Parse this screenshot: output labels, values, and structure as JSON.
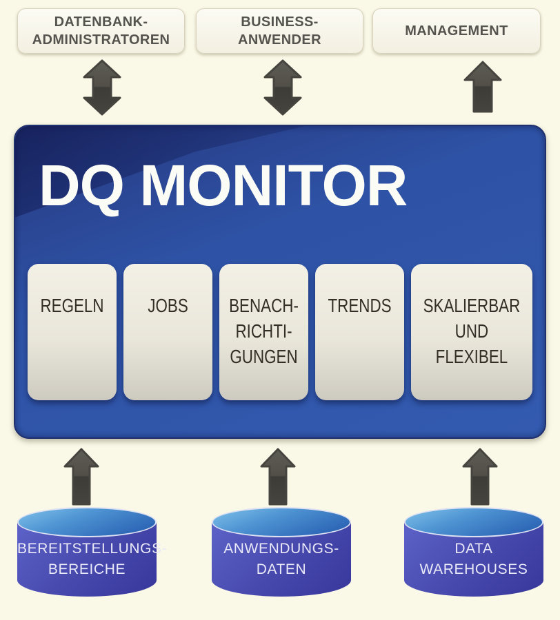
{
  "top_actors": [
    {
      "lines": [
        "DATENBANK-",
        "ADMINISTRATOREN"
      ],
      "arrow": "double"
    },
    {
      "lines": [
        "BUSINESS-",
        "ANWENDER"
      ],
      "arrow": "double"
    },
    {
      "lines": [
        "MANAGEMENT"
      ],
      "arrow": "up"
    }
  ],
  "monitor": {
    "title": "DQ MONITOR",
    "features": [
      {
        "lines": [
          "REGELN"
        ]
      },
      {
        "lines": [
          "JOBS"
        ]
      },
      {
        "lines": [
          "BENACH-",
          "RICHTI-",
          "GUNGEN"
        ]
      },
      {
        "lines": [
          "TRENDS"
        ]
      },
      {
        "lines": [
          "SKALIERBAR",
          "UND",
          "FLEXIBEL"
        ]
      }
    ]
  },
  "data_sources": [
    {
      "lines": [
        "BEREITSTELLUNGS-",
        "BEREICHE"
      ],
      "arrow": "up"
    },
    {
      "lines": [
        "ANWENDUNGS-",
        "DATEN"
      ],
      "arrow": "up"
    },
    {
      "lines": [
        "DATA",
        "WAREHOUSES"
      ],
      "arrow": "up"
    }
  ],
  "colors": {
    "bg": "#faf8e7",
    "box-border": "#d8d3bc",
    "box-text": "#55534d",
    "monitor-blue": "#2e52a5",
    "card-top": "#f3f0e5",
    "card-bottom": "#cdcac0",
    "card-text": "#332f27",
    "cyl-top-light": "#7fc2ea",
    "cyl-top-deep": "#2a63b4",
    "cyl-body-light": "#5c63c8",
    "cyl-body-dark": "#37369b",
    "cyl-rim": "#dde1f2",
    "cyl-text": "#e9e9f8",
    "arrow-dark": "#45443e"
  }
}
